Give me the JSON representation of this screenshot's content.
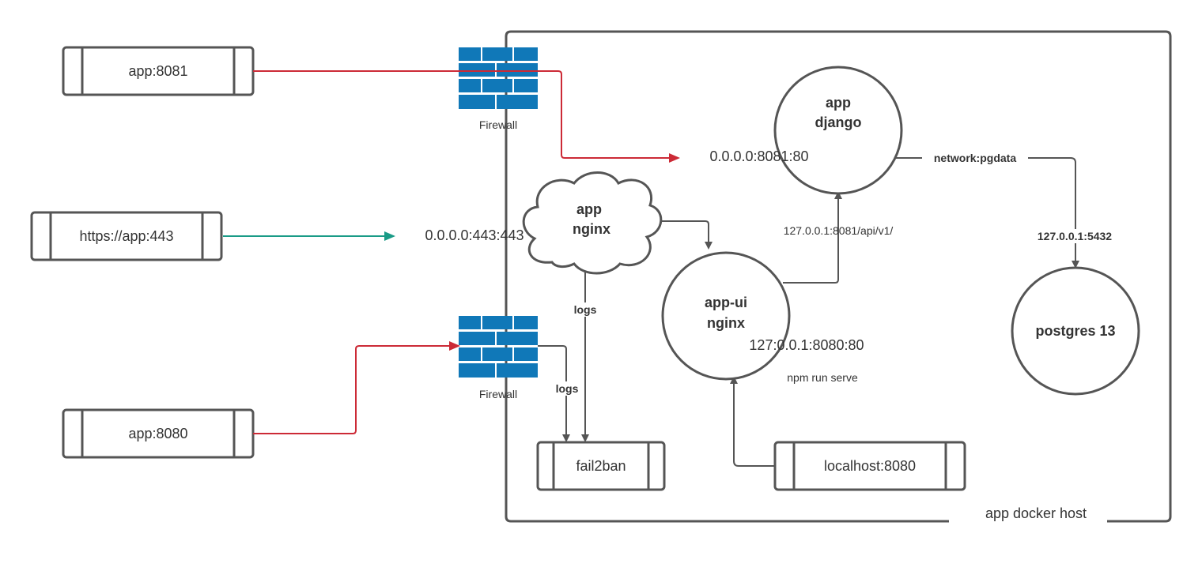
{
  "host": {
    "label": "app docker host"
  },
  "external": {
    "app_8081": "app:8081",
    "https_443": "https://app:443",
    "app_8080": "app:8080"
  },
  "firewalls": {
    "top_label": "Firewall",
    "bottom_label": "Firewall"
  },
  "nodes": {
    "django": {
      "line1": "app",
      "line2": "django"
    },
    "nginx": {
      "line1": "app",
      "line2": "nginx"
    },
    "app_ui": {
      "line1": "app-ui",
      "line2": "nginx"
    },
    "postgres": {
      "label": "postgres 13"
    },
    "fail2ban": "fail2ban",
    "localhost": "localhost:8080"
  },
  "edge_labels": {
    "django_port": "0.0.0.0:8081:80",
    "nginx_port": "0.0.0.0:443:443",
    "api_path": "127.0.0.1:8081/api/v1/",
    "network": "network:pgdata",
    "pg_addr": "127.0.0.1:5432",
    "ui_port": "127:0.0.1:8080:80",
    "npm": "npm  run serve",
    "logs_nginx": "logs",
    "logs_firewall": "logs"
  },
  "colors": {
    "red_link": "#cc2a36",
    "teal_link": "#1a9b87",
    "firewall": "#1078b8",
    "stroke": "#555555"
  }
}
